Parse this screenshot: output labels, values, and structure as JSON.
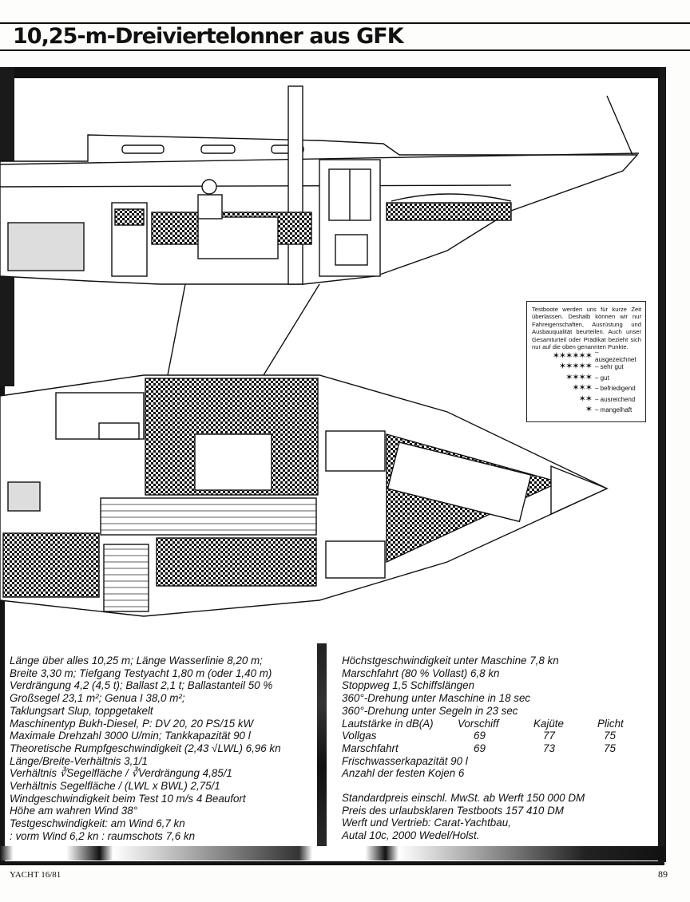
{
  "title": "10,25-m-Dreiviertelonner aus GFK",
  "legend": {
    "intro": "Testboote werden uns für kurze Zeit überlassen. Deshalb können wir nur Fahreigenschaften, Ausrüstung und Ausbauqualität beurteilen. Auch unser Gesamturteil oder Prädikat bezieht sich nur auf die oben genannten Punkte.",
    "ratings": [
      {
        "stars": "✶✶✶✶✶✶",
        "label": "– ausgezeichnet"
      },
      {
        "stars": "✶✶✶✶✶",
        "label": "– sehr gut"
      },
      {
        "stars": "✶✶✶✶",
        "label": "– gut"
      },
      {
        "stars": "✶✶✶",
        "label": "– befriedigend"
      },
      {
        "stars": "✶✶",
        "label": "– ausreichend"
      },
      {
        "stars": "✶",
        "label": "– mangelhaft"
      }
    ]
  },
  "specs_left": [
    "Länge über alles 10,25 m; Länge Wasserlinie 8,20 m;",
    "Breite 3,30 m; Tiefgang Testyacht 1,80 m (oder 1,40 m)",
    "Verdrängung 4,2 (4,5 t); Ballast 2,1 t; Ballastanteil 50 %",
    "Großsegel 23,1 m²; Genua I 38,0 m²;",
    "Taklungsart Slup, toppgetakelt",
    "Maschinentyp Bukh-Diesel, P: DV 20, 20 PS/15 kW",
    "Maximale Drehzahl 3000 U/min; Tankkapazität 90 l",
    "Theoretische Rumpfgeschwindigkeit (2,43 √LWL) 6,96 kn",
    "Länge/Breite-Verhältnis 3,1/1",
    "Verhältnis ∛Segelfläche / ∛Verdrängung 4,85/1",
    "Verhältnis Segelfläche / (LWL x BWL) 2,75/1",
    "Windgeschwindigkeit beim Test 10 m/s 4 Beaufort",
    "Höhe am wahren Wind 38°",
    "Testgeschwindigkeit: am Wind 6,7 kn",
    ": vorm Wind 6,2 kn    : raumschots 7,6 kn"
  ],
  "specs_right_top": [
    "Höchstgeschwindigkeit unter Maschine 7,8 kn",
    "Marschfahrt (80 % Vollast) 6,8 kn",
    "Stoppweg 1,5 Schiffslängen",
    "360°-Drehung unter Maschine in 18 sec",
    "360°-Drehung unter Segeln in 23 sec"
  ],
  "noise_table": {
    "header": [
      "Lautstärke in dB(A)",
      "Vorschiff",
      "Kajüte",
      "Plicht"
    ],
    "rows": [
      [
        "Vollgas",
        "69",
        "77",
        "75"
      ],
      [
        "Marschfahrt",
        "69",
        "73",
        "75"
      ]
    ]
  },
  "specs_right_mid": [
    "Frischwasserkapazität 90 l",
    "Anzahl der festen Kojen 6"
  ],
  "specs_right_bottom": [
    "Standardpreis einschl. MwSt. ab Werft 150 000 DM",
    "Preis des urlaubsklaren Testboots 157 410 DM",
    "Werft und Vertrieb: Carat-Yachtbau,",
    "Autal 10c, 2000 Wedel/Holst."
  ],
  "footer": {
    "left": "YACHT 16/81",
    "right": "89"
  }
}
